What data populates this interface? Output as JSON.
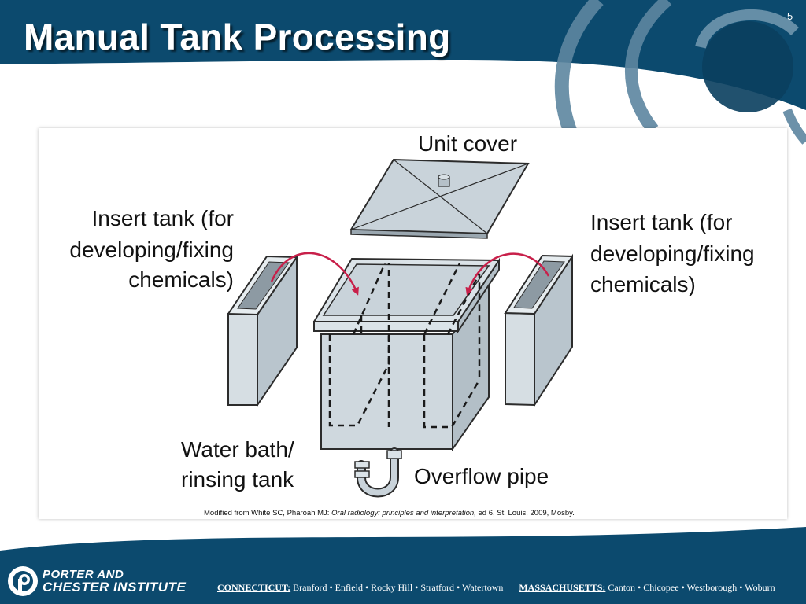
{
  "slide": {
    "title": "Manual Tank Processing",
    "number": "5"
  },
  "diagram": {
    "labels": {
      "unit_cover": "Unit cover",
      "insert_left": [
        "Insert tank (for",
        "developing/fixing",
        "chemicals)"
      ],
      "insert_right": [
        "Insert tank (for",
        "developing/fixing",
        "chemicals)"
      ],
      "water_bath": [
        "Water bath/",
        "rinsing tank"
      ],
      "overflow_pipe": "Overflow pipe"
    },
    "credit": {
      "prefix": "Modified from White SC, Pharoah MJ: ",
      "italic": "Oral radiology: principles and interpretation,",
      "suffix": " ed 6, St. Louis, 2009, Mosby."
    }
  },
  "footer": {
    "logo_line1": "PORTER AND",
    "logo_line2": "CHESTER INSTITUTE",
    "connecticut_label": "CONNECTICUT:",
    "connecticut_towns": "Branford • Enfield • Rocky Hill • Stratford • Watertown",
    "massachusetts_label": "MASSACHUSETTS:",
    "massachusetts_towns": "Canton • Chicopee • Westborough • Woburn"
  },
  "colors": {
    "brand_navy": "#0c4a6e",
    "tank_fill": "#c9d3da",
    "arrow_red": "#c8204a"
  }
}
